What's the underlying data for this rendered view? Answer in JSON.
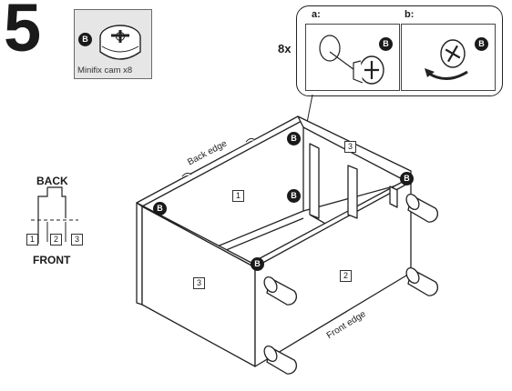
{
  "step": {
    "number": "5"
  },
  "part": {
    "caption": "Minifix cam x8",
    "badge": "B"
  },
  "callout": {
    "quantity": "8x",
    "step_a": {
      "label": "a:",
      "badge": "B"
    },
    "step_b": {
      "label": "b:",
      "badge": "B"
    }
  },
  "orientation": {
    "back": "BACK",
    "front": "FRONT",
    "panels": [
      "1",
      "2",
      "3"
    ]
  },
  "cabinet": {
    "back_edge_label": "Back edge",
    "front_edge_label": "Front edge",
    "panel_labels": {
      "inner_back": "1",
      "side_right": "3",
      "left_end": "3",
      "front": "2"
    },
    "badge_letter": "B"
  }
}
